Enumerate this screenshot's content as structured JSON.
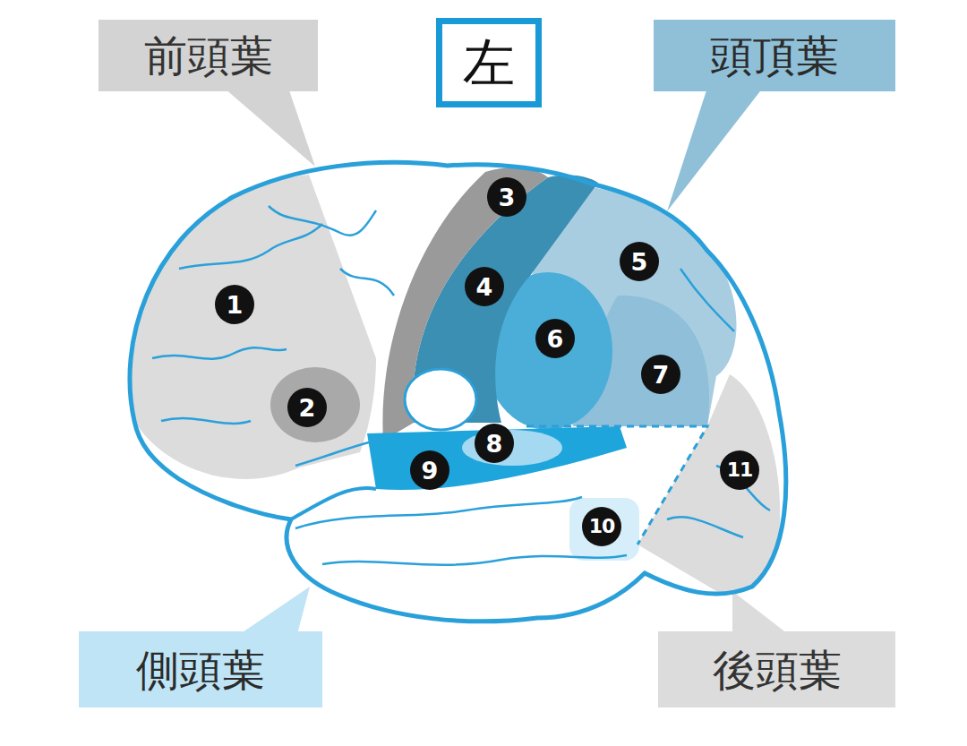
{
  "diagram": {
    "nodes": [
      {
        "text": [
          "前頭葉"
        ]
      },
      {
        "text": [
          "左"
        ]
      },
      {
        "text": [
          "頭頂葉"
        ]
      },
      {
        "text": [
          "側頭葉"
        ]
      },
      {
        "text": [
          "後頭葉"
        ]
      }
    ],
    "labels": [
      "1",
      "2",
      "3",
      "4",
      "5",
      "6",
      "7",
      "8",
      "9",
      "10",
      "11"
    ]
  }
}
